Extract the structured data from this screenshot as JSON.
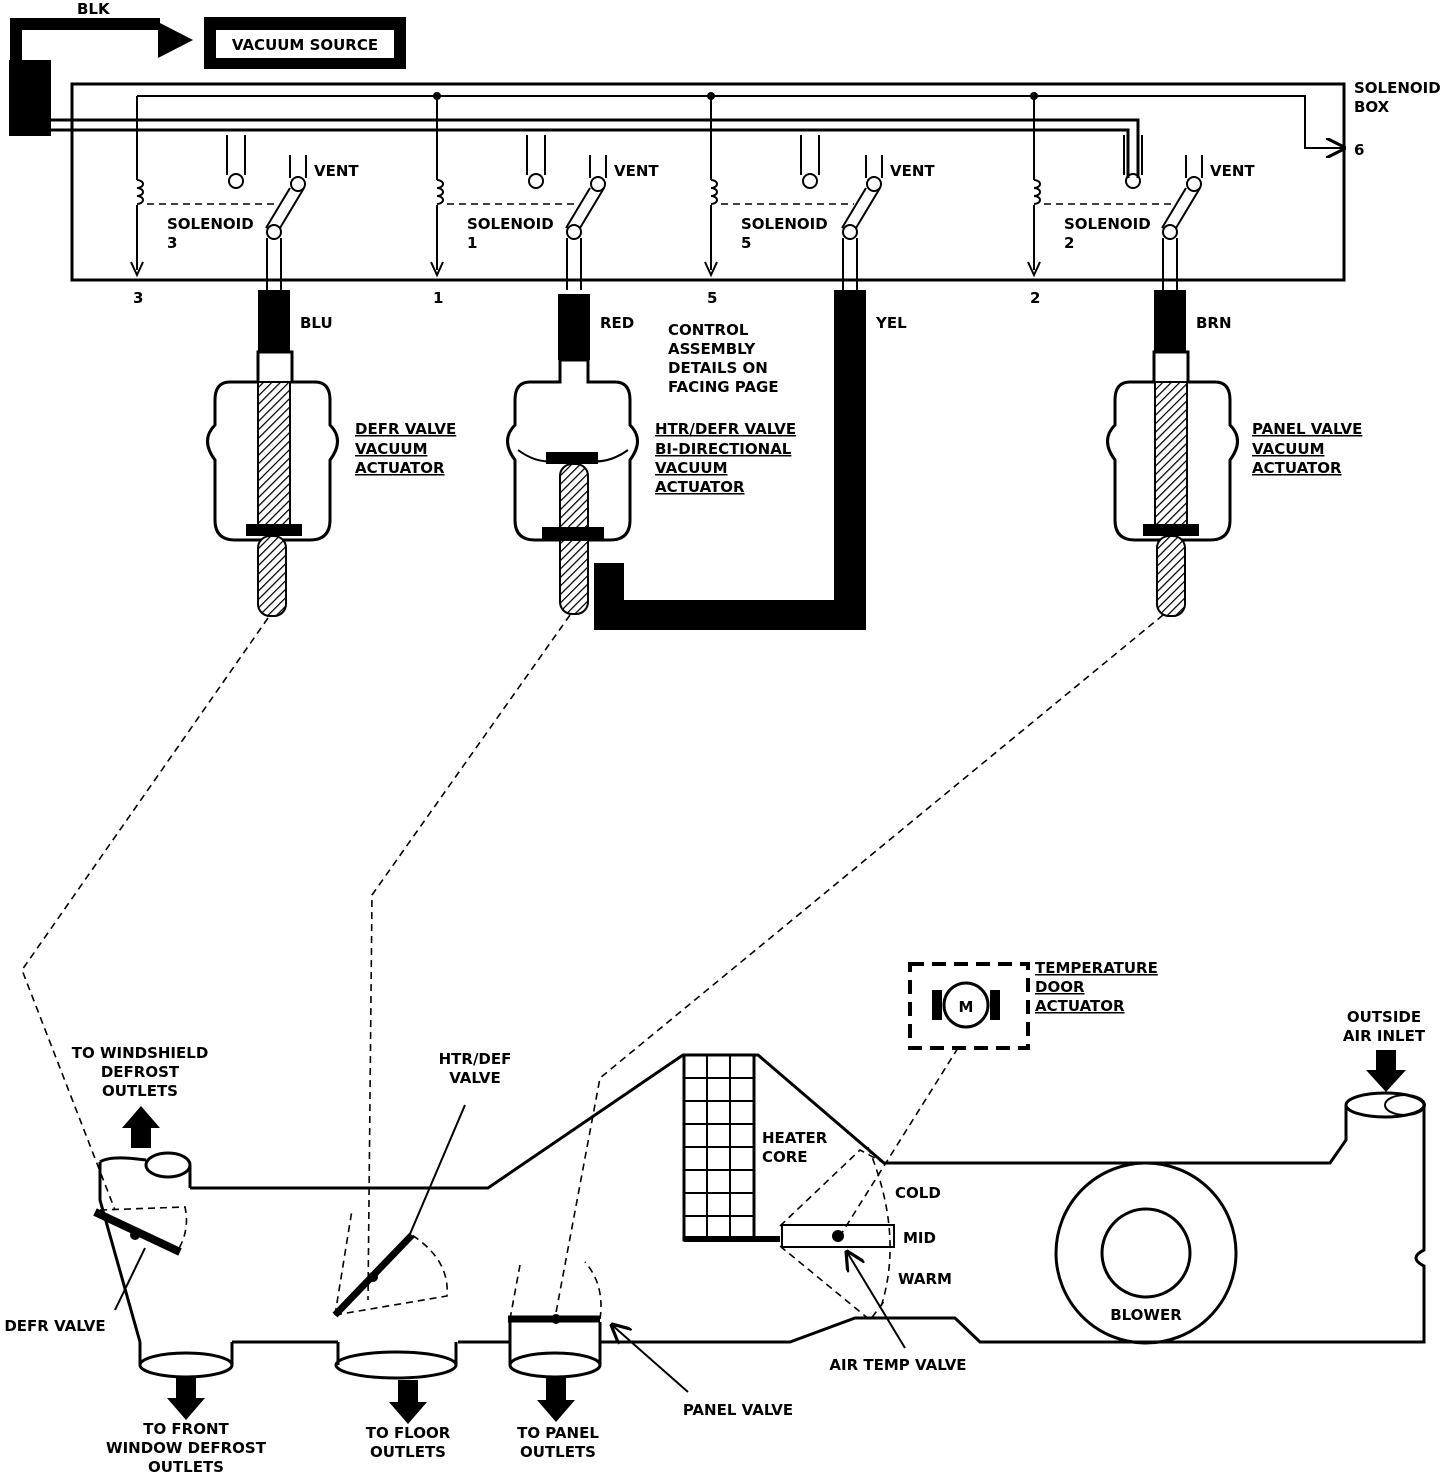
{
  "vacuum": {
    "blk": "BLK",
    "source": "VACUUM SOURCE"
  },
  "solenoid_box": {
    "line1": "SOLENOID",
    "line2": "BOX",
    "port6": "6"
  },
  "vent": "VENT",
  "solenoid_word": "SOLENOID",
  "solenoids": [
    {
      "number": "3",
      "port": "3",
      "hose": "BLU"
    },
    {
      "number": "1",
      "port": "1",
      "hose": "RED"
    },
    {
      "number": "5",
      "port": "5",
      "hose": "YEL"
    },
    {
      "number": "2",
      "port": "2",
      "hose": "BRN"
    }
  ],
  "control_note": [
    "CONTROL",
    "ASSEMBLY",
    "DETAILS ON",
    "FACING PAGE"
  ],
  "actuators": {
    "defr": [
      "DEFR VALVE",
      "VACUUM",
      "ACTUATOR"
    ],
    "htr": [
      "HTR/DEFR VALVE",
      "BI-DIRECTIONAL",
      "VACUUM",
      "ACTUATOR"
    ],
    "panel": [
      "PANEL VALVE",
      "VACUUM",
      "ACTUATOR"
    ]
  },
  "temp_door": {
    "lines": [
      "TEMPERATURE",
      "DOOR",
      "ACTUATOR"
    ],
    "motor": "M"
  },
  "outside_air": [
    "OUTSIDE",
    "AIR INLET"
  ],
  "windshield": [
    "TO WINDSHIELD",
    "DEFROST",
    "OUTLETS"
  ],
  "htr_def_valve": [
    "HTR/DEF",
    "VALVE"
  ],
  "heater_core": [
    "HEATER",
    "CORE"
  ],
  "positions": {
    "cold": "COLD",
    "mid": "MID",
    "warm": "WARM"
  },
  "blower": "BLOWER",
  "defr_valve": "DEFR VALVE",
  "front_defrost": [
    "TO FRONT",
    "WINDOW DEFROST",
    "OUTLETS"
  ],
  "floor": [
    "TO FLOOR",
    "OUTLETS"
  ],
  "panel_outlets": [
    "TO PANEL",
    "OUTLETS"
  ],
  "panel_valve": "PANEL VALVE",
  "air_temp_valve": "AIR TEMP VALVE"
}
